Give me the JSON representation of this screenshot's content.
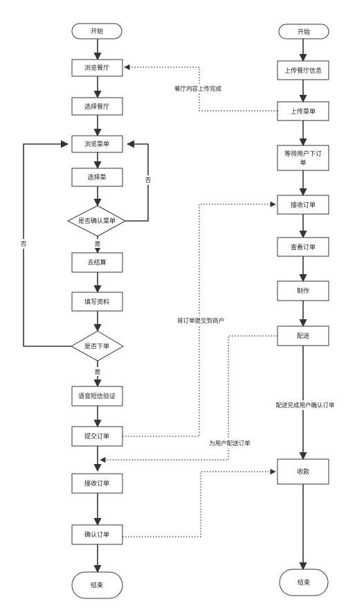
{
  "left": {
    "start": "开始",
    "browse_restaurant": "浏览餐厅",
    "select_restaurant": "选择餐厅",
    "browse_menu": "浏览菜单",
    "select_dish": "选择菜",
    "confirm_menu": "是否确认菜单",
    "checkout": "去结算",
    "fill_info": "填写资料",
    "place_order": "是否下单",
    "sms_verify": "语音短信验证",
    "submit_order": "提交订单",
    "receive_order": "接收订单",
    "confirm_order": "确认订单",
    "end": "结束"
  },
  "right": {
    "start": "开始",
    "upload_info": "上传餐厅信息",
    "upload_menu": "上传菜单",
    "wait_order_line1": "等待用户下订",
    "wait_order_line2": "单",
    "receive_order": "接收订单",
    "view_order": "查看订单",
    "make": "制作",
    "deliver": "配送",
    "payment": "收款",
    "end": "结束"
  },
  "edges": {
    "content_uploaded": "餐厅内容上传完成",
    "no_confirm": "否",
    "yes_confirm": "是",
    "no_order": "否",
    "yes_order": "是",
    "submit_to_merchant": "将订单提交到商户",
    "deliver_to_user": "为用户配送订单",
    "delivery_done": "配送完成用户确认订单"
  }
}
